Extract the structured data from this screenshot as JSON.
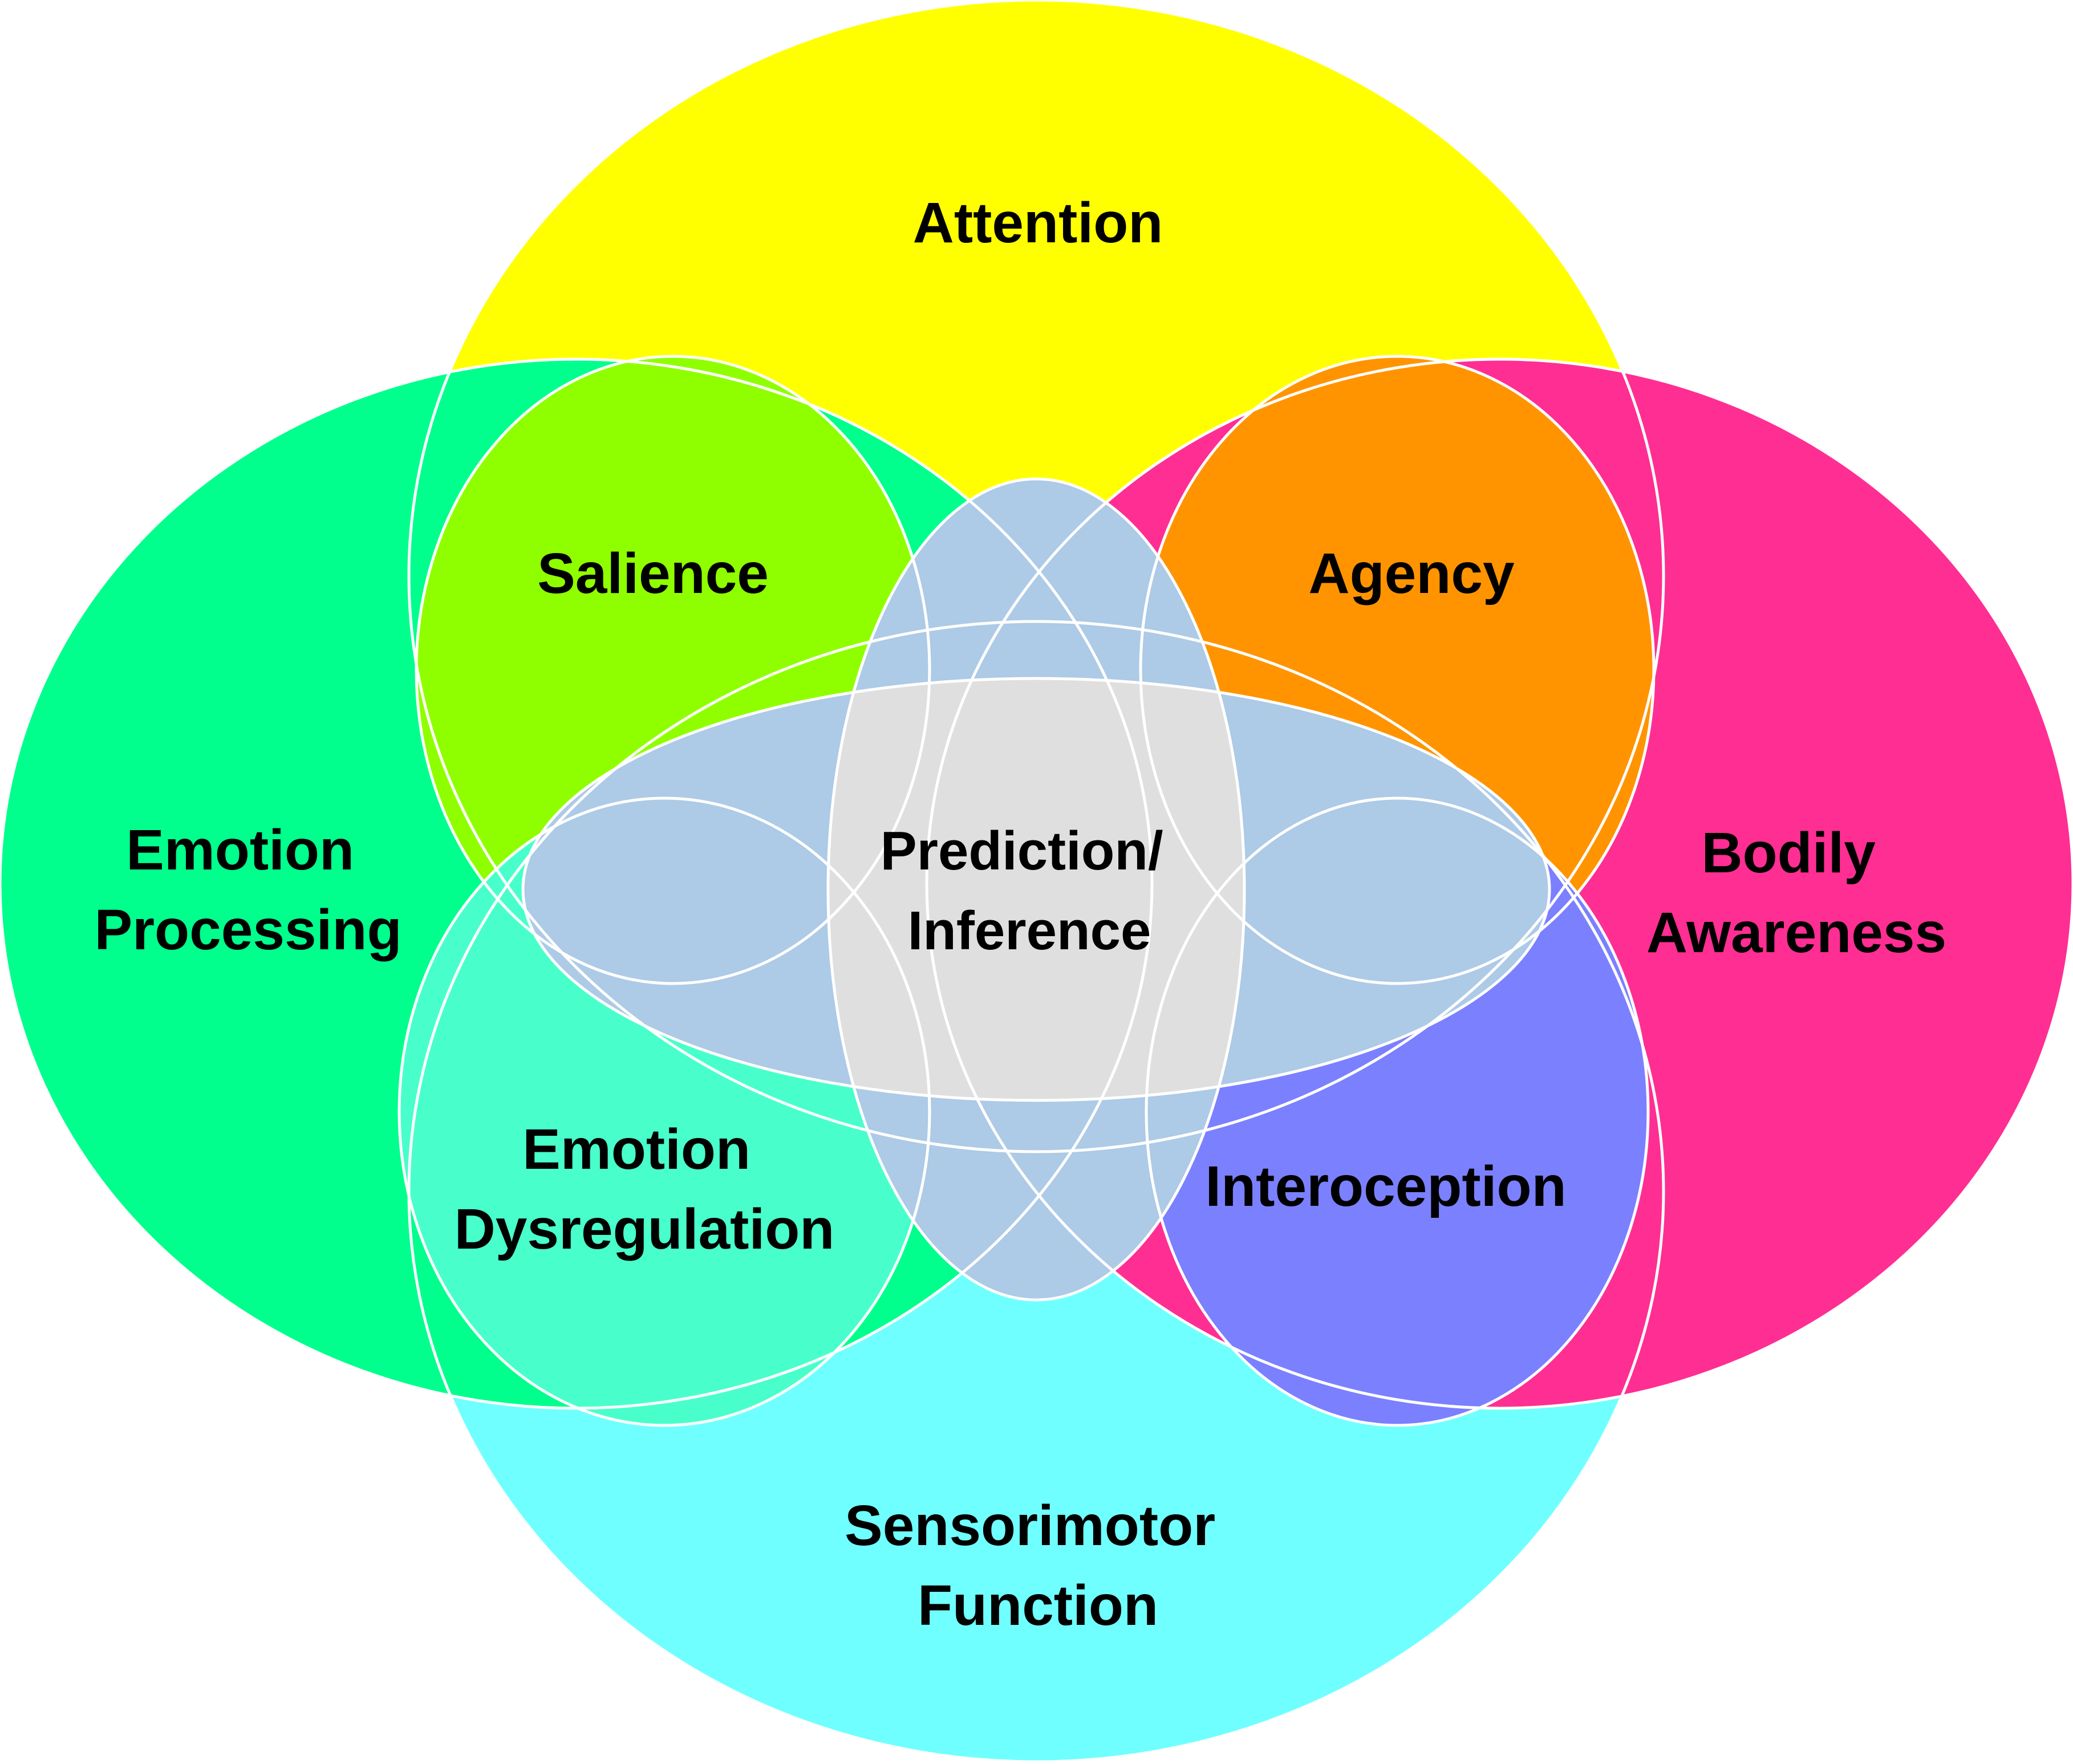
{
  "diagram": {
    "type": "venn",
    "regions": {
      "attention": {
        "lines": [
          "Attention"
        ],
        "color": "#FFFF00"
      },
      "emotion_processing": {
        "lines": [
          "Emotion",
          "Processing"
        ],
        "color": "#00FF8C"
      },
      "bodily_awareness": {
        "lines": [
          "Bodily",
          "Awareness"
        ],
        "color": "#FF2E93"
      },
      "sensorimotor": {
        "lines": [
          "Sensorimotor",
          "Function"
        ],
        "color": "#70FFFF"
      },
      "salience": {
        "lines": [
          "Salience"
        ],
        "color": "#8FFF00"
      },
      "agency": {
        "lines": [
          "Agency"
        ],
        "color": "#FF9400"
      },
      "emotion_dysregulation": {
        "lines": [
          "Emotion",
          "Dysregulation"
        ],
        "color": "#48FFCB"
      },
      "interoception": {
        "lines": [
          "Interoception"
        ],
        "color": "#7B80FF"
      },
      "prediction_inference": {
        "lines": [
          "Prediction/",
          "Inference"
        ],
        "color": "#E0DFE0"
      }
    },
    "overlap_color": "#ADCAE6"
  }
}
